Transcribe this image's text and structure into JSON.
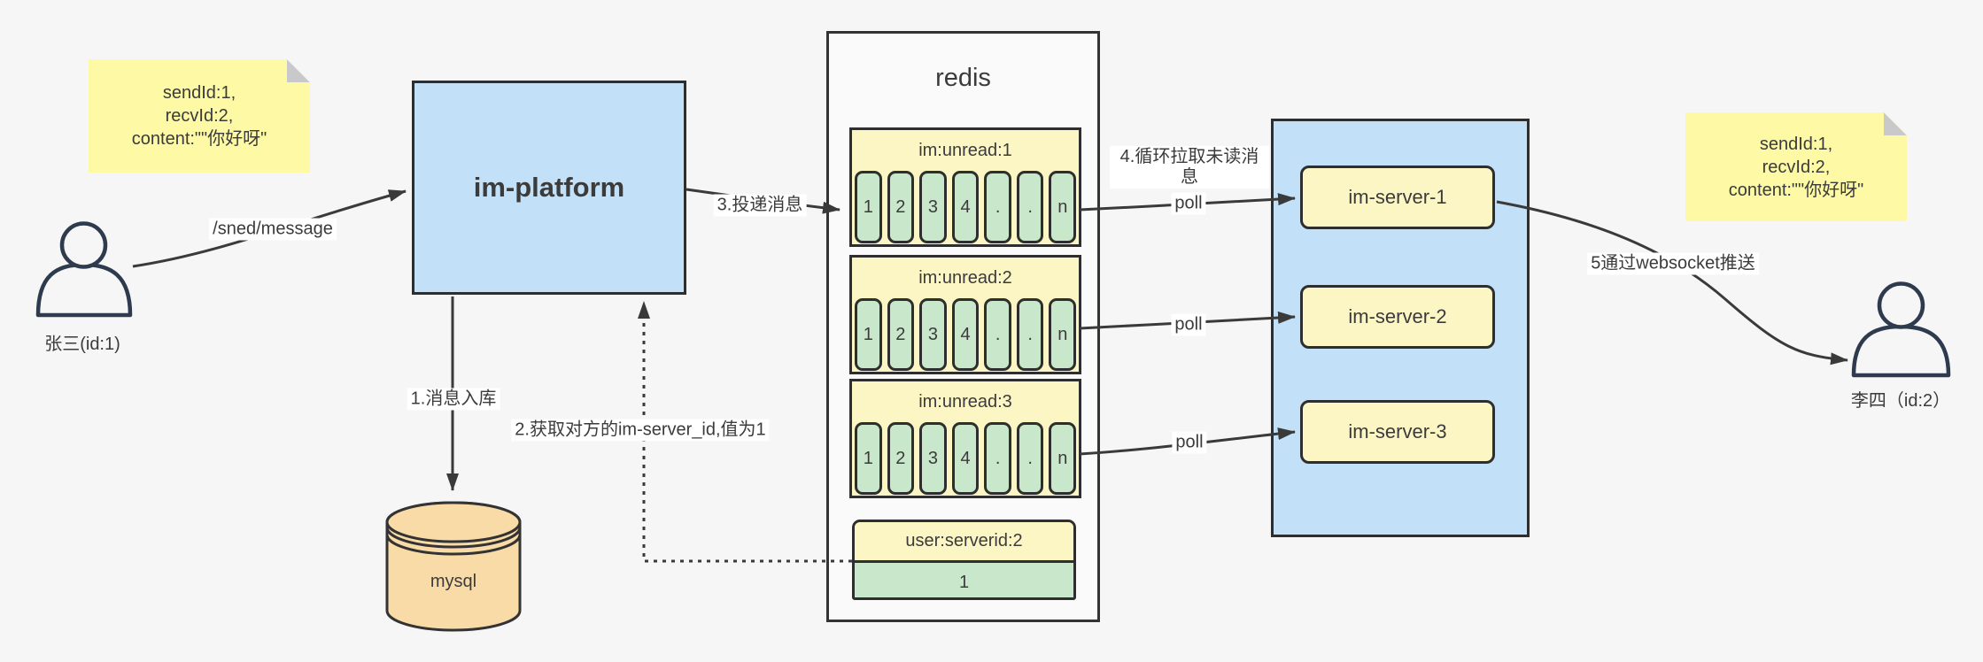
{
  "notes": {
    "left": {
      "lines": [
        "sendId:1,",
        "recvId:2,",
        "content:\"\"你好呀\""
      ]
    },
    "right": {
      "lines": [
        "sendId:1,",
        "recvId:2,",
        "content:\"\"你好呀\""
      ]
    }
  },
  "actors": {
    "sender": {
      "label": "张三(id:1)"
    },
    "receiver": {
      "label": "李四（id:2）"
    }
  },
  "platform": {
    "label": "im-platform"
  },
  "mysql": {
    "label": "mysql"
  },
  "redis": {
    "title": "redis",
    "lists": [
      {
        "header": "im:unread:1",
        "cells": [
          "1",
          "2",
          "3",
          "4",
          ".",
          ".",
          "n"
        ]
      },
      {
        "header": "im:unread:2",
        "cells": [
          "1",
          "2",
          "3",
          "4",
          ".",
          ".",
          "n"
        ]
      },
      {
        "header": "im:unread:3",
        "cells": [
          "1",
          "2",
          "3",
          "4",
          ".",
          ".",
          "n"
        ]
      }
    ],
    "kv": {
      "header": "user:serverid:2",
      "value": "1"
    }
  },
  "servers": {
    "items": [
      {
        "label": "im-server-1"
      },
      {
        "label": "im-server-2"
      },
      {
        "label": "im-server-3"
      }
    ]
  },
  "edges": {
    "send": "/sned/message",
    "step1": "1.消息入库",
    "step2": "2.获取对方的im-server_id,值为1",
    "step3": "3.投递消息",
    "step4": "4.循环拉取未读消息",
    "step5": "5通过websocket推送",
    "poll": "poll"
  },
  "colors": {
    "bg": "#f6f6f6",
    "panel": "#fafafa",
    "blue": "#c2e0f7",
    "note": "#fdf9a5",
    "pale": "#fcf6c5",
    "green": "#c9e7ca",
    "tan": "#f9dba7",
    "fold": "#c9c9cb",
    "line": "#3a3a3a",
    "border": "#2e2e2e",
    "ink": "#2e3b4e",
    "text": "#3b3b3b"
  }
}
